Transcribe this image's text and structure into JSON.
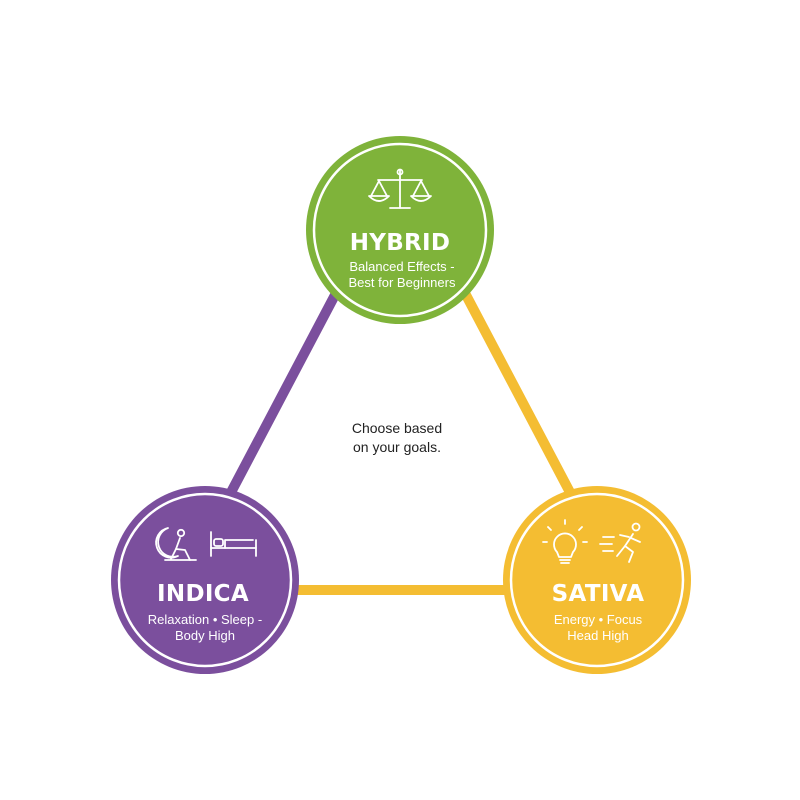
{
  "center": {
    "line1": "Choose based",
    "line2": "on your goals."
  },
  "nodes": {
    "hybrid": {
      "title": "HYBRID",
      "sub1": "Balanced Effects -",
      "sub2": "Best for Beginners",
      "color": "#7fb33a",
      "icon": "balance-scale-icon"
    },
    "indica": {
      "title": "INDICA",
      "sub1": "Relaxation • Sleep -",
      "sub2": "Body High",
      "color": "#7b4f9d",
      "icons": [
        "moon-relaxing-person-icon",
        "bed-icon"
      ]
    },
    "sativa": {
      "title": "SATIVA",
      "sub1": "Energy • Focus",
      "sub2": "Head High",
      "color": "#f4bd32",
      "icons": [
        "lightbulb-icon",
        "running-person-icon"
      ]
    }
  },
  "connectors": {
    "hybrid_indica_color": "#7b4f9d",
    "hybrid_sativa_color": "#f4bd32",
    "indica_sativa_color": "#f4bd32"
  }
}
